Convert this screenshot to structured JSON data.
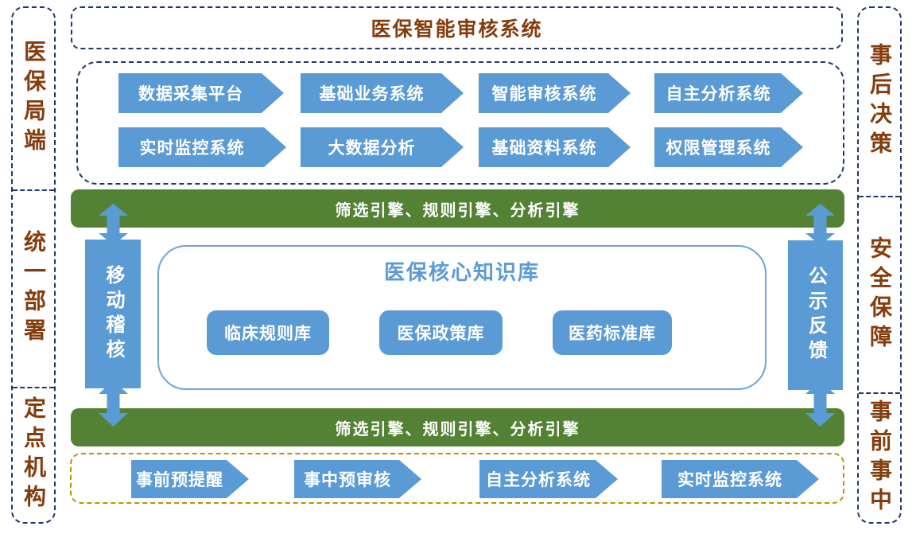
{
  "title": "医保智能审核系统",
  "left_rail": {
    "items": [
      {
        "label": "医保局端"
      },
      {
        "label": "统一部署"
      },
      {
        "label": "定点机构"
      }
    ]
  },
  "right_rail": {
    "items": [
      {
        "label": "事后决策"
      },
      {
        "label": "安全保障"
      },
      {
        "label": "事前事中"
      }
    ]
  },
  "top_systems": {
    "row1": [
      "数据采集平台",
      "基础业务系统",
      "智能审核系统",
      "自主分析系统"
    ],
    "row2": [
      "实时监控系统",
      "大数据分析",
      "基础资料系统",
      "权限管理系统"
    ]
  },
  "engine_bar_top": "筛选引擎、规则引擎、分析引擎",
  "engine_bar_bottom": "筛选引擎、规则引擎、分析引擎",
  "mobile_audit": "移动稽核",
  "publicity_feedback": "公示反馈",
  "knowledge_base": {
    "title": "医保核心知识库",
    "items": [
      "临床规则库",
      "医保政策库",
      "医药标准库"
    ]
  },
  "bottom_systems": [
    "事前预提醒",
    "事中预审核",
    "自主分析系统",
    "实时监控系统"
  ],
  "colors": {
    "brown_text": "#843C0C",
    "blue_shape": "#5B9BD5",
    "green_bar": "#548235",
    "navy_dash": "#1F3864",
    "gold_dash": "#BF8F00"
  }
}
